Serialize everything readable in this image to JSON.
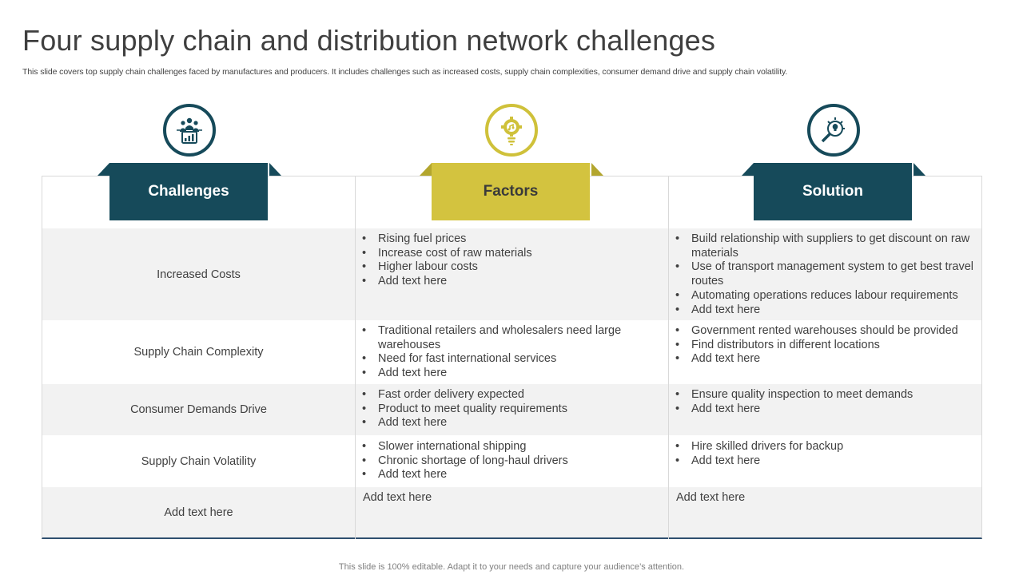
{
  "title": "Four supply chain and distribution network challenges",
  "subtitle": "This slide covers top supply chain challenges faced by manufactures and producers. It includes challenges such as increased costs, supply chain complexities, consumer demand drive and supply chain volatility.",
  "footer": "This slide is 100% editable. Adapt it to your needs and capture your audience’s attention.",
  "colors": {
    "teal": "#164a5a",
    "olive": "#cfc13a",
    "teal_dark": "#0f3844",
    "olive_dark": "#a89a25"
  },
  "headers": {
    "challenges": {
      "label": "Challenges",
      "icon": "team-analytics-icon"
    },
    "factors": {
      "label": "Factors",
      "icon": "gear-bulb-icon"
    },
    "solution": {
      "label": "Solution",
      "icon": "bulb-magnifier-icon"
    }
  },
  "rows": [
    {
      "challenge": "Increased Costs",
      "factors": [
        "Rising fuel prices",
        "Increase cost of raw materials",
        "Higher labour costs",
        "Add text here"
      ],
      "solutions": [
        "Build relationship with suppliers to get discount on raw materials",
        "Use of transport management system to get best travel routes",
        "Automating operations reduces labour requirements",
        "Add text here"
      ]
    },
    {
      "challenge": "Supply Chain Complexity",
      "factors": [
        "Traditional retailers and wholesalers need large warehouses",
        "Need for fast international services",
        "Add text here"
      ],
      "solutions": [
        "Government rented warehouses should be provided",
        "Find distributors in different locations",
        "Add text here"
      ]
    },
    {
      "challenge": "Consumer Demands Drive",
      "factors": [
        "Fast order delivery expected",
        "Product to meet quality requirements",
        "Add text here"
      ],
      "solutions": [
        "Ensure quality inspection to meet demands",
        "Add text here"
      ]
    },
    {
      "challenge": "Supply Chain Volatility",
      "factors": [
        "Slower international shipping",
        "Chronic shortage of long-haul drivers",
        "Add text here"
      ],
      "solutions": [
        "Hire skilled drivers  for backup",
        "Add text here"
      ]
    },
    {
      "challenge": "Add text here",
      "factors_text": "Add text here",
      "solutions_text": "Add text here"
    }
  ]
}
